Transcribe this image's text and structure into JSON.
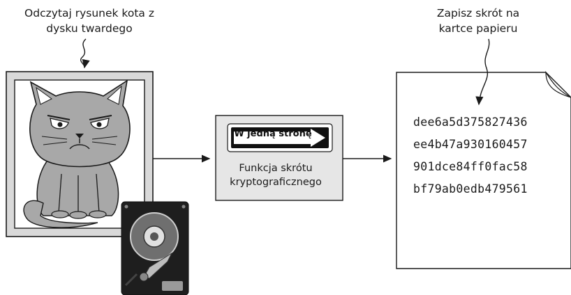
{
  "labels": {
    "read_image": "Odczytaj rysunek kota z dysku twardego",
    "write_hash": "Zapisz skrót na kartce papieru"
  },
  "hash_function": {
    "sign": "W jedną stronę",
    "caption": "Funkcja skrótu kryptograficznego"
  },
  "hash_lines": [
    "dee6a5d375827436",
    "ee4b47a930160457",
    "901dce84ff0fac58",
    "bf79ab0edb479561"
  ],
  "colors": {
    "frame_fill": "#d9d9d9",
    "cat_fill": "#a8a8a8",
    "box_fill": "#e6e6e6",
    "stroke": "#1a1a1a"
  },
  "icons": [
    "cat-drawing-icon",
    "hard-drive-icon",
    "one-way-sign-icon",
    "paper-sheet-icon"
  ]
}
